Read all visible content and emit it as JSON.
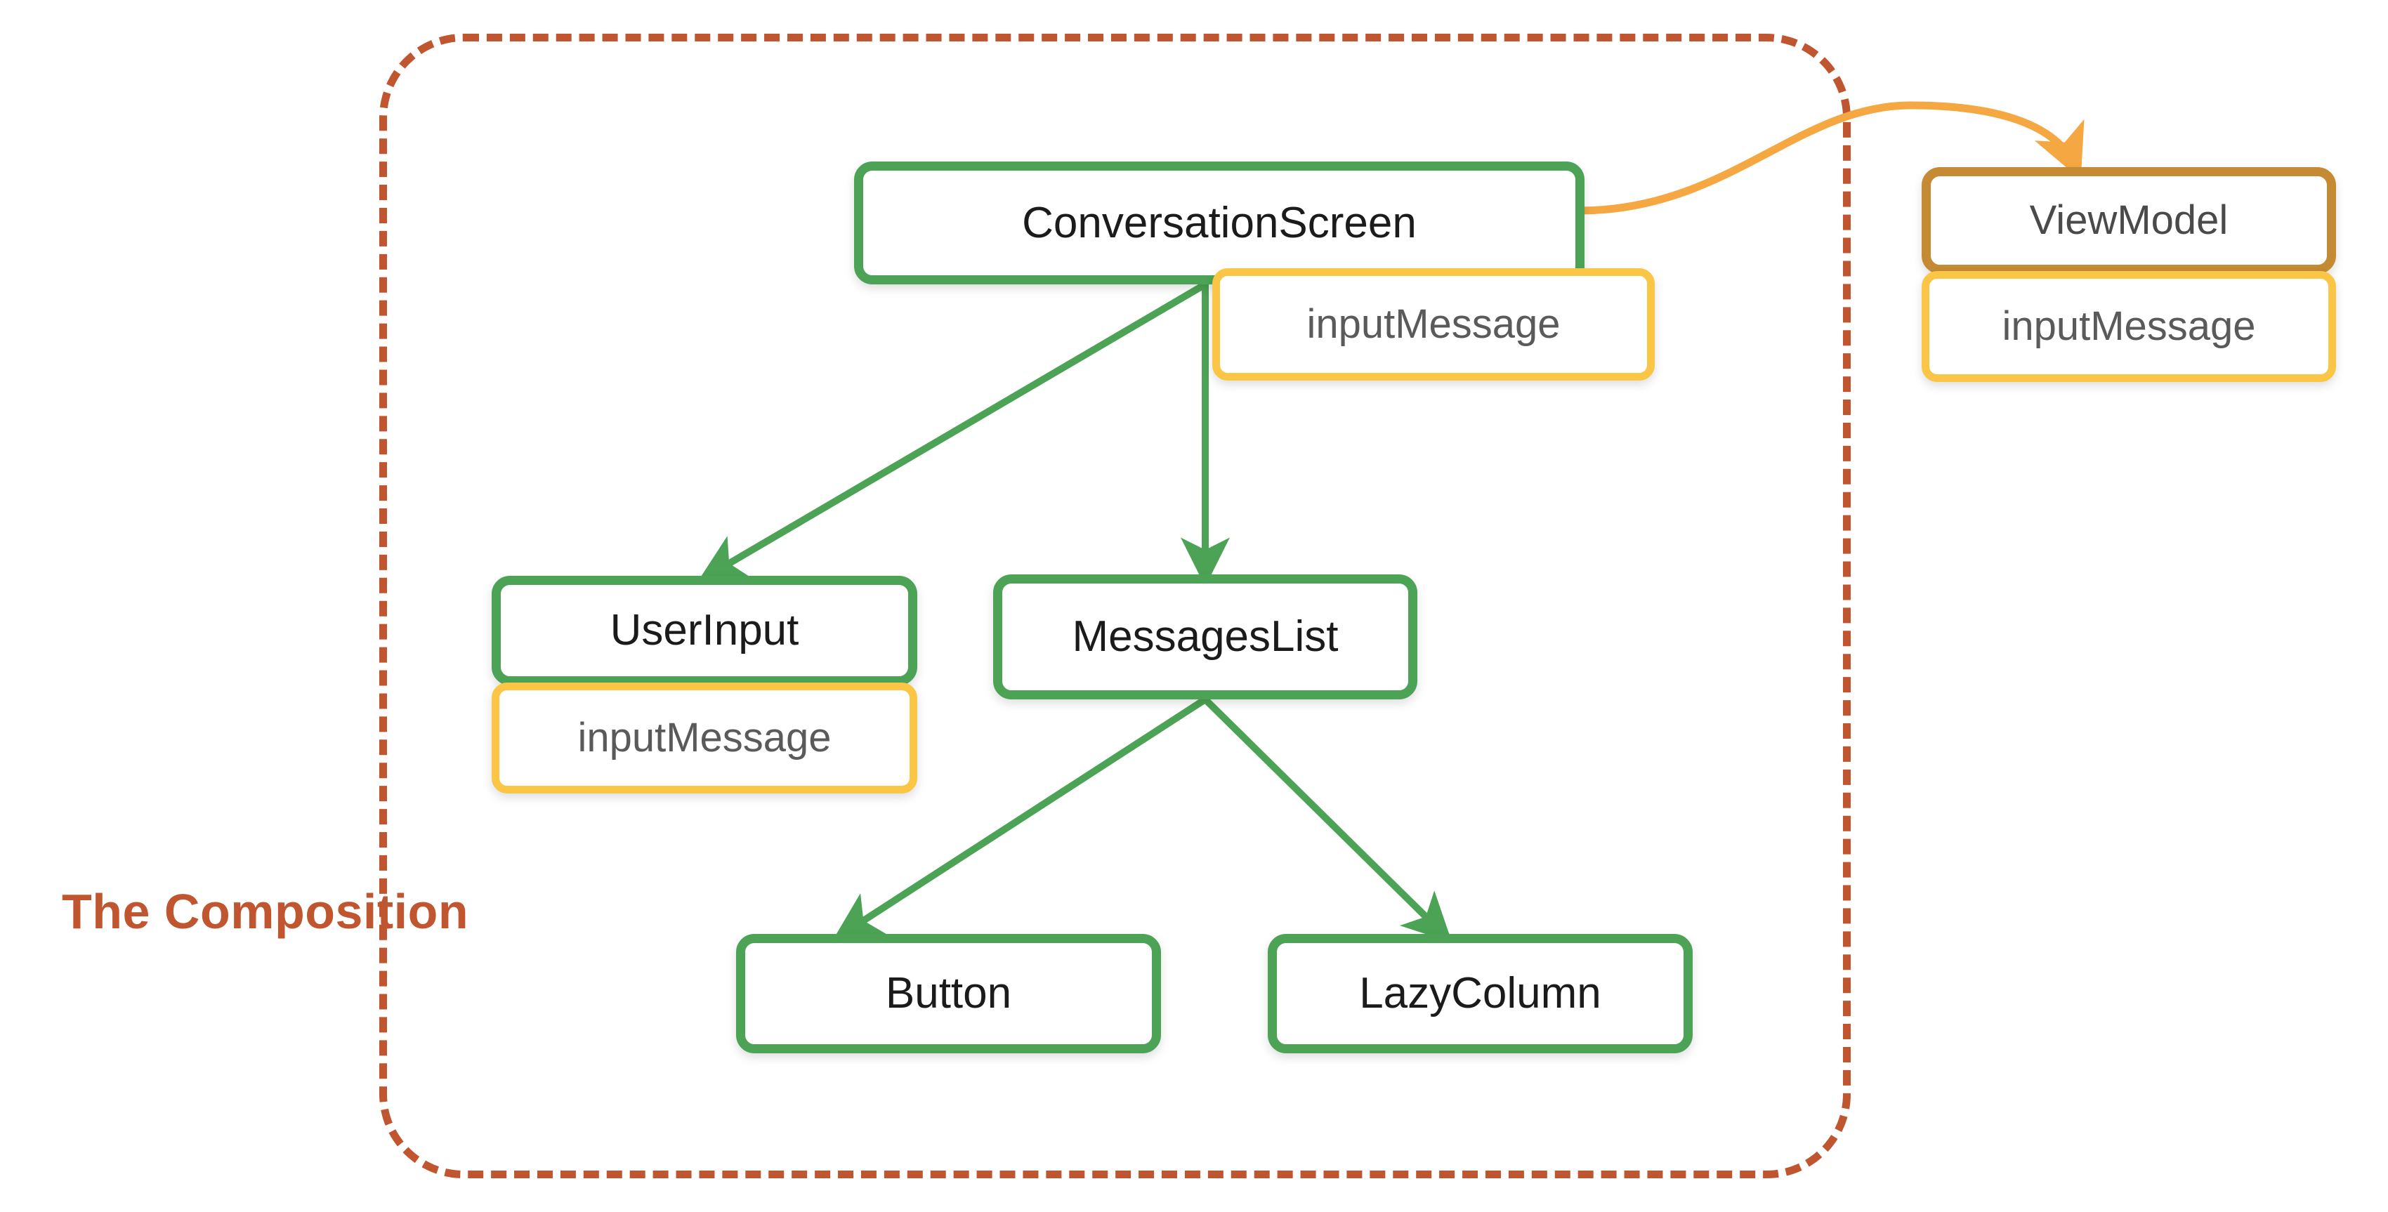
{
  "diagram": {
    "title": "The Composition",
    "boundary_label": "The Composition",
    "colors": {
      "composable_border": "#4CA355",
      "state_border": "#FBC546",
      "viewmodel_border": "#C48A34",
      "boundary_dashed": "#C0562F",
      "state_arrow": "#F5A742",
      "composition_arrow": "#4CA355",
      "node_fill": "#FFFFFF",
      "composable_text": "#1B1B1B",
      "state_text": "#5A5A5A",
      "canvas_background": "#FFFFFF"
    },
    "nodes": [
      {
        "id": "conversation-screen",
        "label": "ConversationScreen",
        "type": "composable",
        "inside_composition": true
      },
      {
        "id": "conversation-screen-state",
        "label": "inputMessage",
        "type": "state",
        "inside_composition": true
      },
      {
        "id": "user-input",
        "label": "UserInput",
        "type": "composable",
        "inside_composition": true
      },
      {
        "id": "user-input-state",
        "label": "inputMessage",
        "type": "state",
        "inside_composition": true
      },
      {
        "id": "messages-list",
        "label": "MessagesList",
        "type": "composable",
        "inside_composition": true
      },
      {
        "id": "button",
        "label": "Button",
        "type": "composable",
        "inside_composition": true
      },
      {
        "id": "lazy-column",
        "label": "LazyColumn",
        "type": "composable",
        "inside_composition": true
      },
      {
        "id": "view-model",
        "label": "ViewModel",
        "type": "viewmodel",
        "inside_composition": false
      },
      {
        "id": "view-model-state",
        "label": "inputMessage",
        "type": "state",
        "inside_composition": false
      }
    ],
    "edges": [
      {
        "from": "conversation-screen",
        "to": "user-input",
        "style": "solid",
        "color": "#4CA355"
      },
      {
        "from": "conversation-screen",
        "to": "messages-list",
        "style": "solid",
        "color": "#4CA355"
      },
      {
        "from": "messages-list",
        "to": "button",
        "style": "solid",
        "color": "#4CA355"
      },
      {
        "from": "messages-list",
        "to": "lazy-column",
        "style": "solid",
        "color": "#4CA355"
      },
      {
        "from": "conversation-screen",
        "to": "view-model",
        "style": "curved",
        "color": "#F5A742"
      }
    ]
  }
}
